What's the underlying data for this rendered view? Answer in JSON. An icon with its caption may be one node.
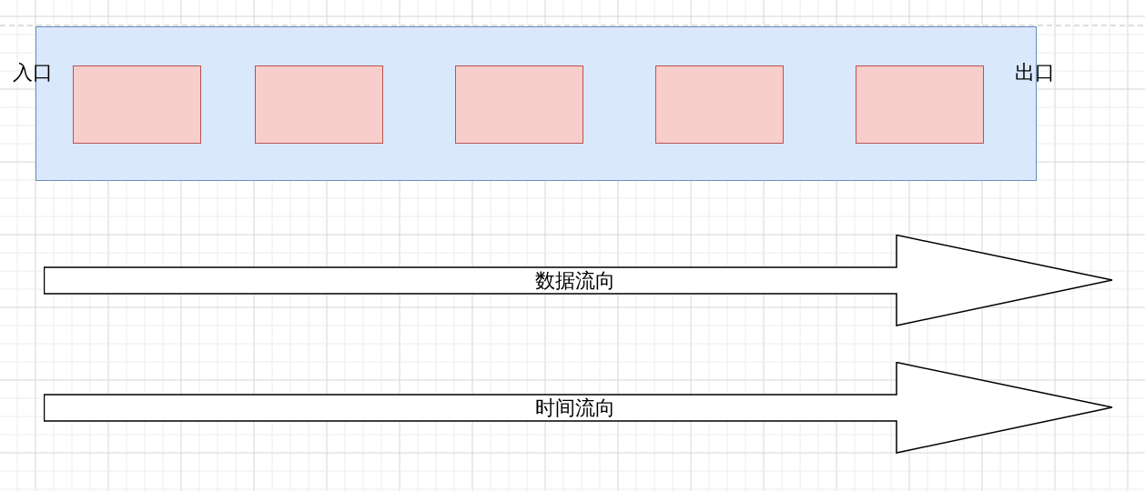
{
  "diagram": {
    "nodes": [
      {
        "text": [],
        "shape": "band"
      },
      {
        "text": [],
        "shape": "box",
        "in": 0
      },
      {
        "text": [],
        "shape": "box",
        "in": 0
      },
      {
        "text": [],
        "shape": "box",
        "in": 0
      },
      {
        "text": [],
        "shape": "box",
        "in": 0
      },
      {
        "text": [],
        "shape": "box",
        "in": 0
      },
      {
        "text": [
          "数据流向"
        ]
      },
      {
        "text": [
          "时间流向"
        ]
      }
    ],
    "edges": [],
    "labels": [
      "入口",
      "出口"
    ]
  }
}
